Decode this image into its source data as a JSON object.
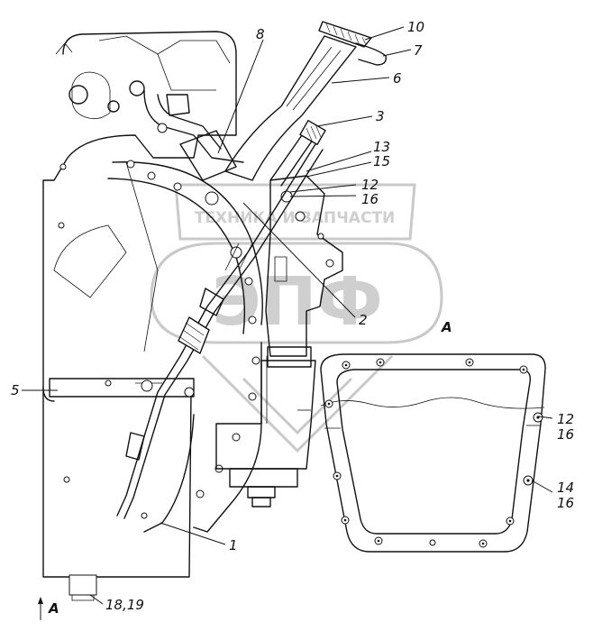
{
  "watermark": {
    "top_text": "ТЕХНИКА И ЗАПЧАСТИ",
    "logo_text": "ЭПФ"
  },
  "callouts": [
    {
      "id": "c10",
      "label": "10"
    },
    {
      "id": "c7",
      "label": "7"
    },
    {
      "id": "c8",
      "label": "8"
    },
    {
      "id": "c6",
      "label": "6"
    },
    {
      "id": "c3",
      "label": "3"
    },
    {
      "id": "c13",
      "label": "13"
    },
    {
      "id": "c15",
      "label": "15"
    },
    {
      "id": "c12a",
      "label": "12"
    },
    {
      "id": "c16a",
      "label": "16"
    },
    {
      "id": "c2",
      "label": "2"
    },
    {
      "id": "cA",
      "label": "A"
    },
    {
      "id": "c5",
      "label": "5"
    },
    {
      "id": "c12b",
      "label": "12"
    },
    {
      "id": "c16b",
      "label": "16"
    },
    {
      "id": "c14",
      "label": "14"
    },
    {
      "id": "c16c",
      "label": "16"
    },
    {
      "id": "c1",
      "label": "1"
    },
    {
      "id": "c1819",
      "label": "18,19"
    },
    {
      "id": "cA2",
      "label": "A"
    }
  ],
  "colors": {
    "line": "#111111",
    "watermark": "#c9c9c9",
    "background": "#ffffff"
  }
}
